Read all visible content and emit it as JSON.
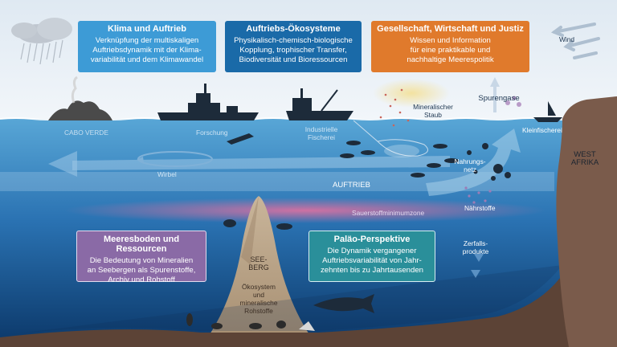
{
  "boxes": {
    "klima": {
      "title": "Klima und Auftrieb",
      "body": "Verknüpfung der multiskaligen\nAuftriebsdynamik mit der Klima-\nvariabilität und dem Klimawandel",
      "color": "#3d9bd6"
    },
    "oeko": {
      "title": "Auftriebs-Ökosysteme",
      "body": "Physikalisch-chemisch-biologische\nKopplung, trophischer Transfer,\nBiodiversität und Bioressourcen",
      "color": "#1a6aa8"
    },
    "gesell": {
      "title": "Gesellschaft, Wirtschaft und Justiz",
      "body": "Wissen und Information\nfür eine praktikable und\nnachhaltige Meerespolitik",
      "color": "#e07a2c"
    },
    "meeresboden": {
      "title": "Meeresboden und Ressourcen",
      "body": "Die Bedeutung von Mineralien\nan Seebergen als Spurenstoffe,\nArchiv und Rohstoff",
      "color": "#8a6aa6"
    },
    "palaeo": {
      "title": "Paläo-Perspektive",
      "body": "Die Dynamik vergangener\nAuftriebsvariabilität von Jahr-\nzehnten bis zu Jahrtausenden",
      "color": "#2a8f9a"
    }
  },
  "labels": {
    "wind": "Wind",
    "mineral_staub": "Mineralischer\nStaub",
    "spurengase": "Spurengase",
    "cabo_verde": "CABO VERDE",
    "forschung": "Forschung",
    "industrielle_fischerei": "Industrielle\nFischerei",
    "kleinfischerei": "Kleinfischerei",
    "west_afrika": "WEST\nAFRIKA",
    "wirbel": "Wirbel",
    "nahrungsnetz": "Nahrungs-\nnetz",
    "auftrieb": "AUFTRIEB",
    "naehrstoffe": "Nährstoffe",
    "sauerstoff": "Sauerstoffminimumzone",
    "zerfallsprodukte": "Zerfalls-\nprodukte",
    "seeberg": "SEE-\nBERG",
    "oekosystem": "Ökosystem\nund\nmineralische\nRohstoffe"
  },
  "colors": {
    "sky": "#e6eef5",
    "ocean_top": "#5aa7d6",
    "ocean_bottom": "#0d3a6e",
    "land": "#7a5b4b",
    "oxygen_zone": "#d45a8a"
  }
}
